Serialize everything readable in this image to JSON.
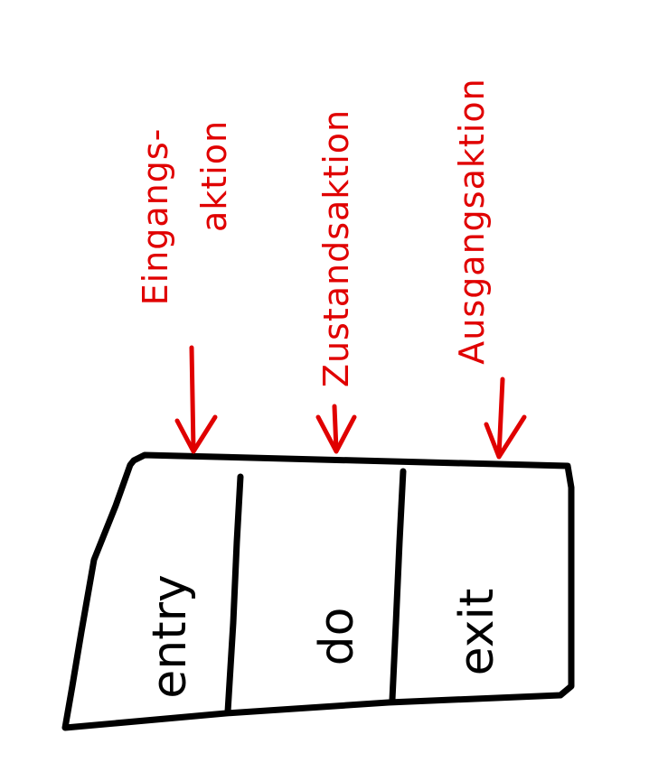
{
  "colors": {
    "annotation": "#e00000",
    "box": "#000000",
    "background": "#ffffff"
  },
  "annotations": [
    {
      "id": "entry",
      "lines": [
        "Eingangs-",
        "aktion"
      ]
    },
    {
      "id": "do",
      "lines": [
        "Zustandsaktion"
      ]
    },
    {
      "id": "exit",
      "lines": [
        "Ausgangsaktion"
      ]
    }
  ],
  "compartments": [
    {
      "id": "entry",
      "label": "entry"
    },
    {
      "id": "do",
      "label": "do"
    },
    {
      "id": "exit",
      "label": "exit"
    }
  ]
}
